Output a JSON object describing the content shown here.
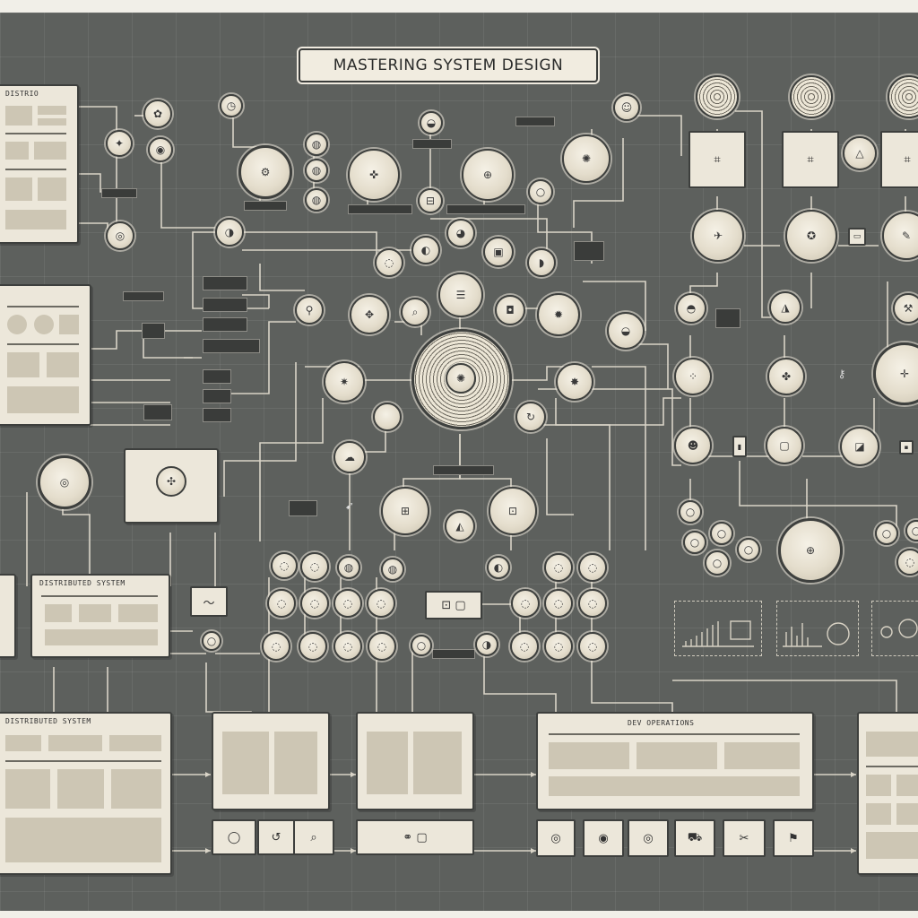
{
  "title": "MASTERING SYSTEM DESIGN",
  "panel_headings": {
    "left_top": "DISTRIO",
    "left_mid": "",
    "left_lower": "DISTRIBUTED SYSTEM",
    "bottom_left": "DISTRIBUTED SYSTEM",
    "bottom_center": "DEV OPERATIONS"
  },
  "icons": {
    "hub": "concentric-gear",
    "gear": "gear",
    "database": "database",
    "cloud": "cloud",
    "server": "server",
    "chart": "chart",
    "grid": "grid"
  },
  "colors": {
    "board": "#5d605d",
    "paper": "#ece7da",
    "ink": "#3d3f3d",
    "wire": "#d8d3c6"
  }
}
